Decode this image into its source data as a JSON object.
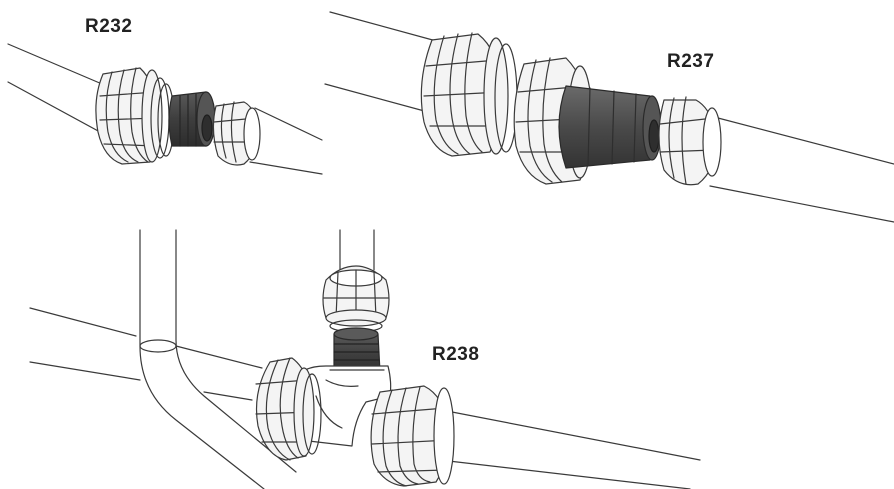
{
  "labels": {
    "fitting_a": "R232",
    "fitting_b": "R237",
    "fitting_c": "R238"
  },
  "colors": {
    "line": "#3a3a3a",
    "pipe_fill": "#ffffff",
    "nut_fill": "#f4f4f4",
    "insert_dark": "#4a4a4a",
    "insert_mid": "#6b6b6b",
    "label_text": "#222222"
  }
}
